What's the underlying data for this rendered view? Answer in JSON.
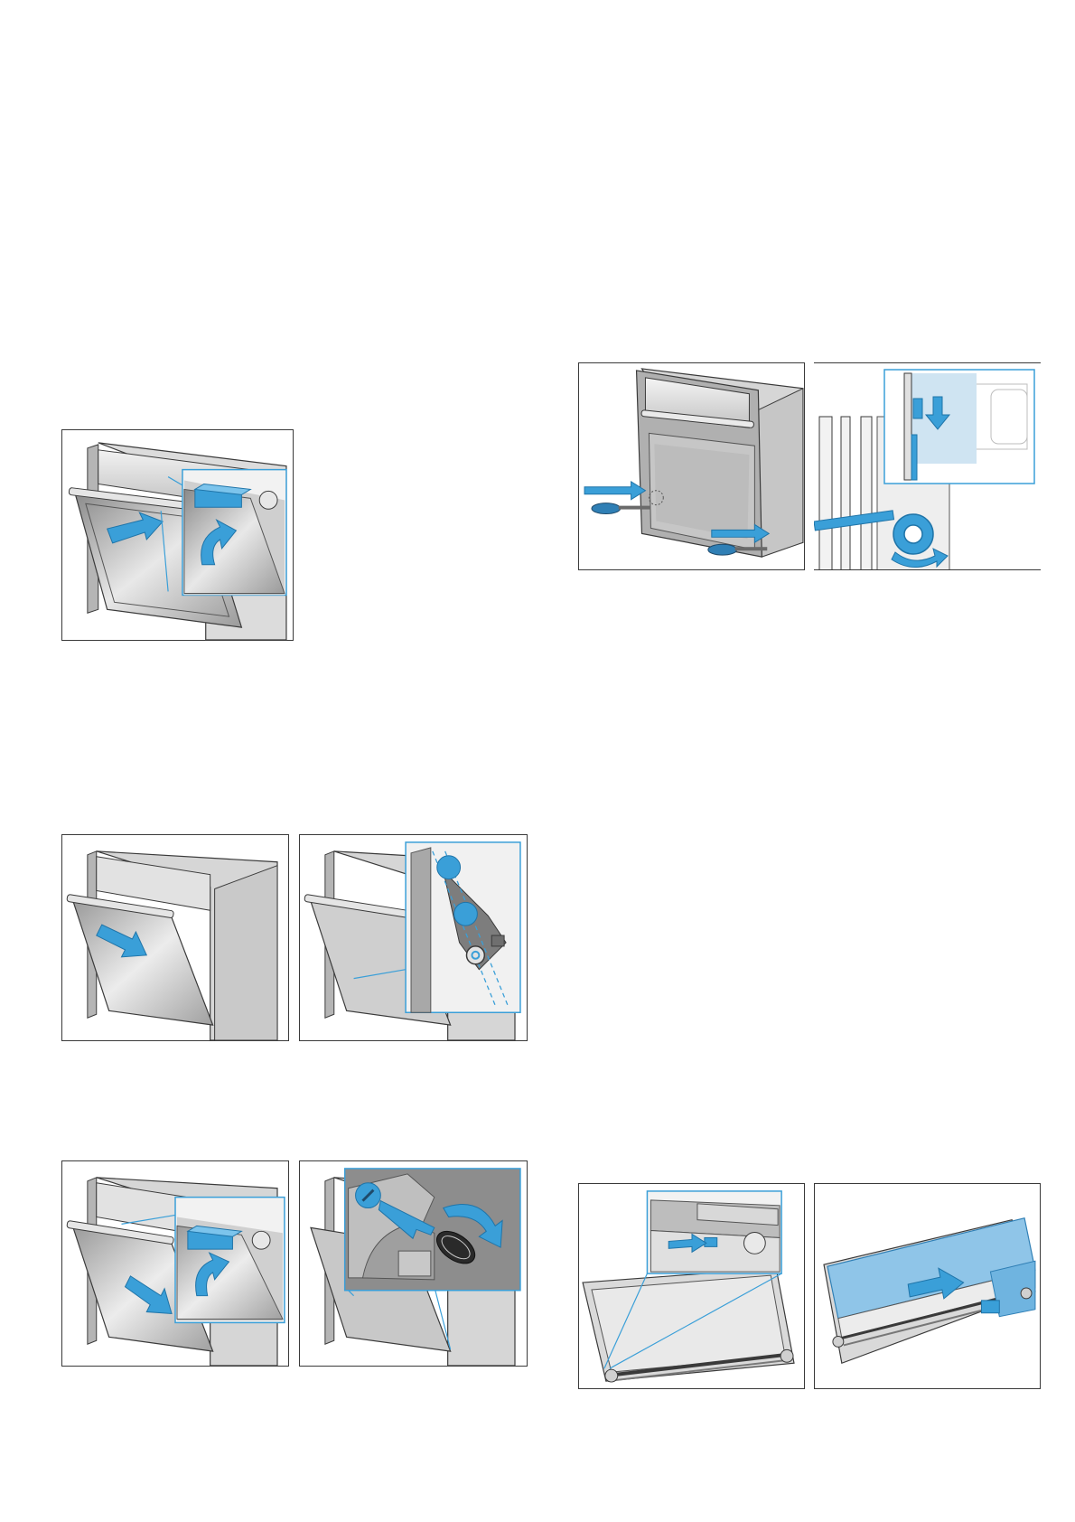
{
  "page": {
    "figures": [
      {
        "id": "fig-1",
        "icon": "door-unlock-lever-illustration"
      },
      {
        "id": "fig-2a",
        "icon": "door-open-illustration"
      },
      {
        "id": "fig-2b",
        "icon": "door-hinge-detail-illustration"
      },
      {
        "id": "fig-3a",
        "icon": "door-close-lever-illustration"
      },
      {
        "id": "fig-3b",
        "icon": "hinge-lock-turn-illustration"
      },
      {
        "id": "fig-4a",
        "icon": "screwdriver-remove-screws-illustration"
      },
      {
        "id": "fig-4b",
        "icon": "hinge-rotate-detail-illustration"
      },
      {
        "id": "fig-5a",
        "icon": "door-glass-clip-illustration"
      },
      {
        "id": "fig-5b",
        "icon": "glass-pane-slide-illustration"
      }
    ],
    "colors": {
      "accent": "#3a9fd8",
      "accent_dark": "#1f74a8",
      "metal_light": "#d9d9d9",
      "metal_mid": "#a9a9a9",
      "metal_dark": "#6f6f6f",
      "outline": "#3a3a3a"
    }
  }
}
